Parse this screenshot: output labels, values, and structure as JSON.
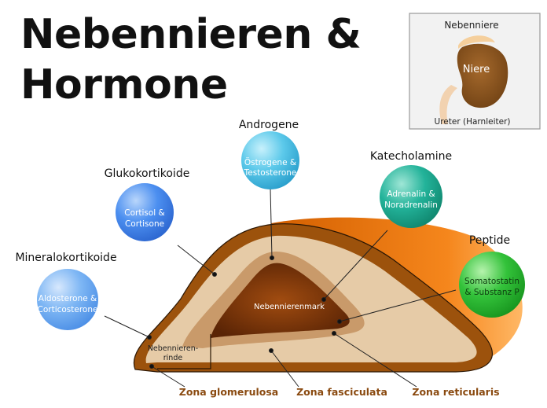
{
  "title": {
    "line1": "Nebennieren &",
    "line2": "Hormone"
  },
  "inset": {
    "adrenal_label": "Nebenniere",
    "kidney_label": "Niere",
    "ureter_label": "Ureter (Harnleiter)"
  },
  "hormone_groups": [
    {
      "heading": "Androgene",
      "line1": "Östrogene &",
      "line2": "Testosterone",
      "color": "#4fc3e8"
    },
    {
      "heading": "Glukokortikoide",
      "line1": "Cortisol &",
      "line2": "Cortisone",
      "color": "#3f86e8"
    },
    {
      "heading": "Mineralokortikoide",
      "line1": "Aldosterone &",
      "line2": "Corticosterone",
      "color": "#6aaaf0"
    },
    {
      "heading": "Katecholamine",
      "line1": "Adrenalin &",
      "line2": "Noradrenalin",
      "color": "#1fa98f"
    },
    {
      "heading": "Peptide",
      "line1": "Somatostatin",
      "line2": "& Substanz P",
      "color": "#2fbf3a"
    }
  ],
  "gland": {
    "medulla_label": "Nebennierenmark",
    "cortex_label_1": "Nebennieren-",
    "cortex_label_2": "rinde"
  },
  "zones": [
    "Zona glomerulosa",
    "Zona fasciculata",
    "Zona reticularis"
  ]
}
